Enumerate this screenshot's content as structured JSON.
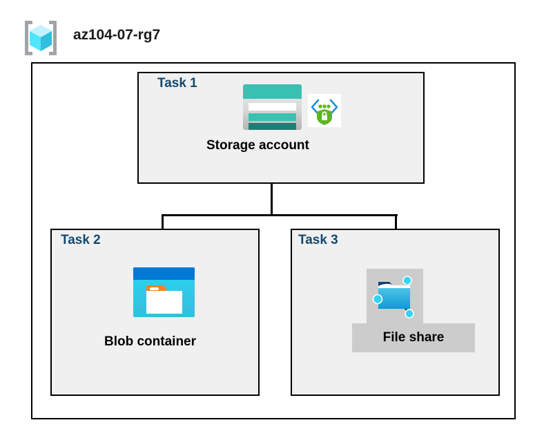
{
  "diagram": {
    "resource_group": {
      "name": "az104-07-rg7",
      "icon": "resource-group-cube-icon"
    },
    "tasks": [
      {
        "id": "task1",
        "label": "Task 1",
        "node_caption": "Storage account",
        "icons": [
          "storage-account-icon",
          "private-endpoint-icon"
        ],
        "highlighted": false
      },
      {
        "id": "task2",
        "label": "Task 2",
        "node_caption": "Blob container",
        "icons": [
          "blob-container-icon"
        ],
        "highlighted": false
      },
      {
        "id": "task3",
        "label": "Task 3",
        "node_caption": "File share",
        "icons": [
          "file-share-icon"
        ],
        "highlighted": true
      }
    ],
    "connectors": [
      {
        "from": "task1",
        "to": "task2"
      },
      {
        "from": "task1",
        "to": "task3"
      }
    ],
    "colors": {
      "task_label": "#12496f",
      "task_box_fill": "#f0f0f0",
      "box_border": "#000000",
      "highlight": "#cccccc",
      "storage_teal": "#37c2b1",
      "storage_teal_dark": "#227c74",
      "blob_blue": "#0078d4",
      "blob_cyan": "#32bedd",
      "blob_orange": "#f58220",
      "shield_green": "#5eb522",
      "bracket_blue": "#1f8fdc",
      "cube_cyan": "#50e6ff",
      "bracket_gray": "#a0a4a8"
    }
  }
}
